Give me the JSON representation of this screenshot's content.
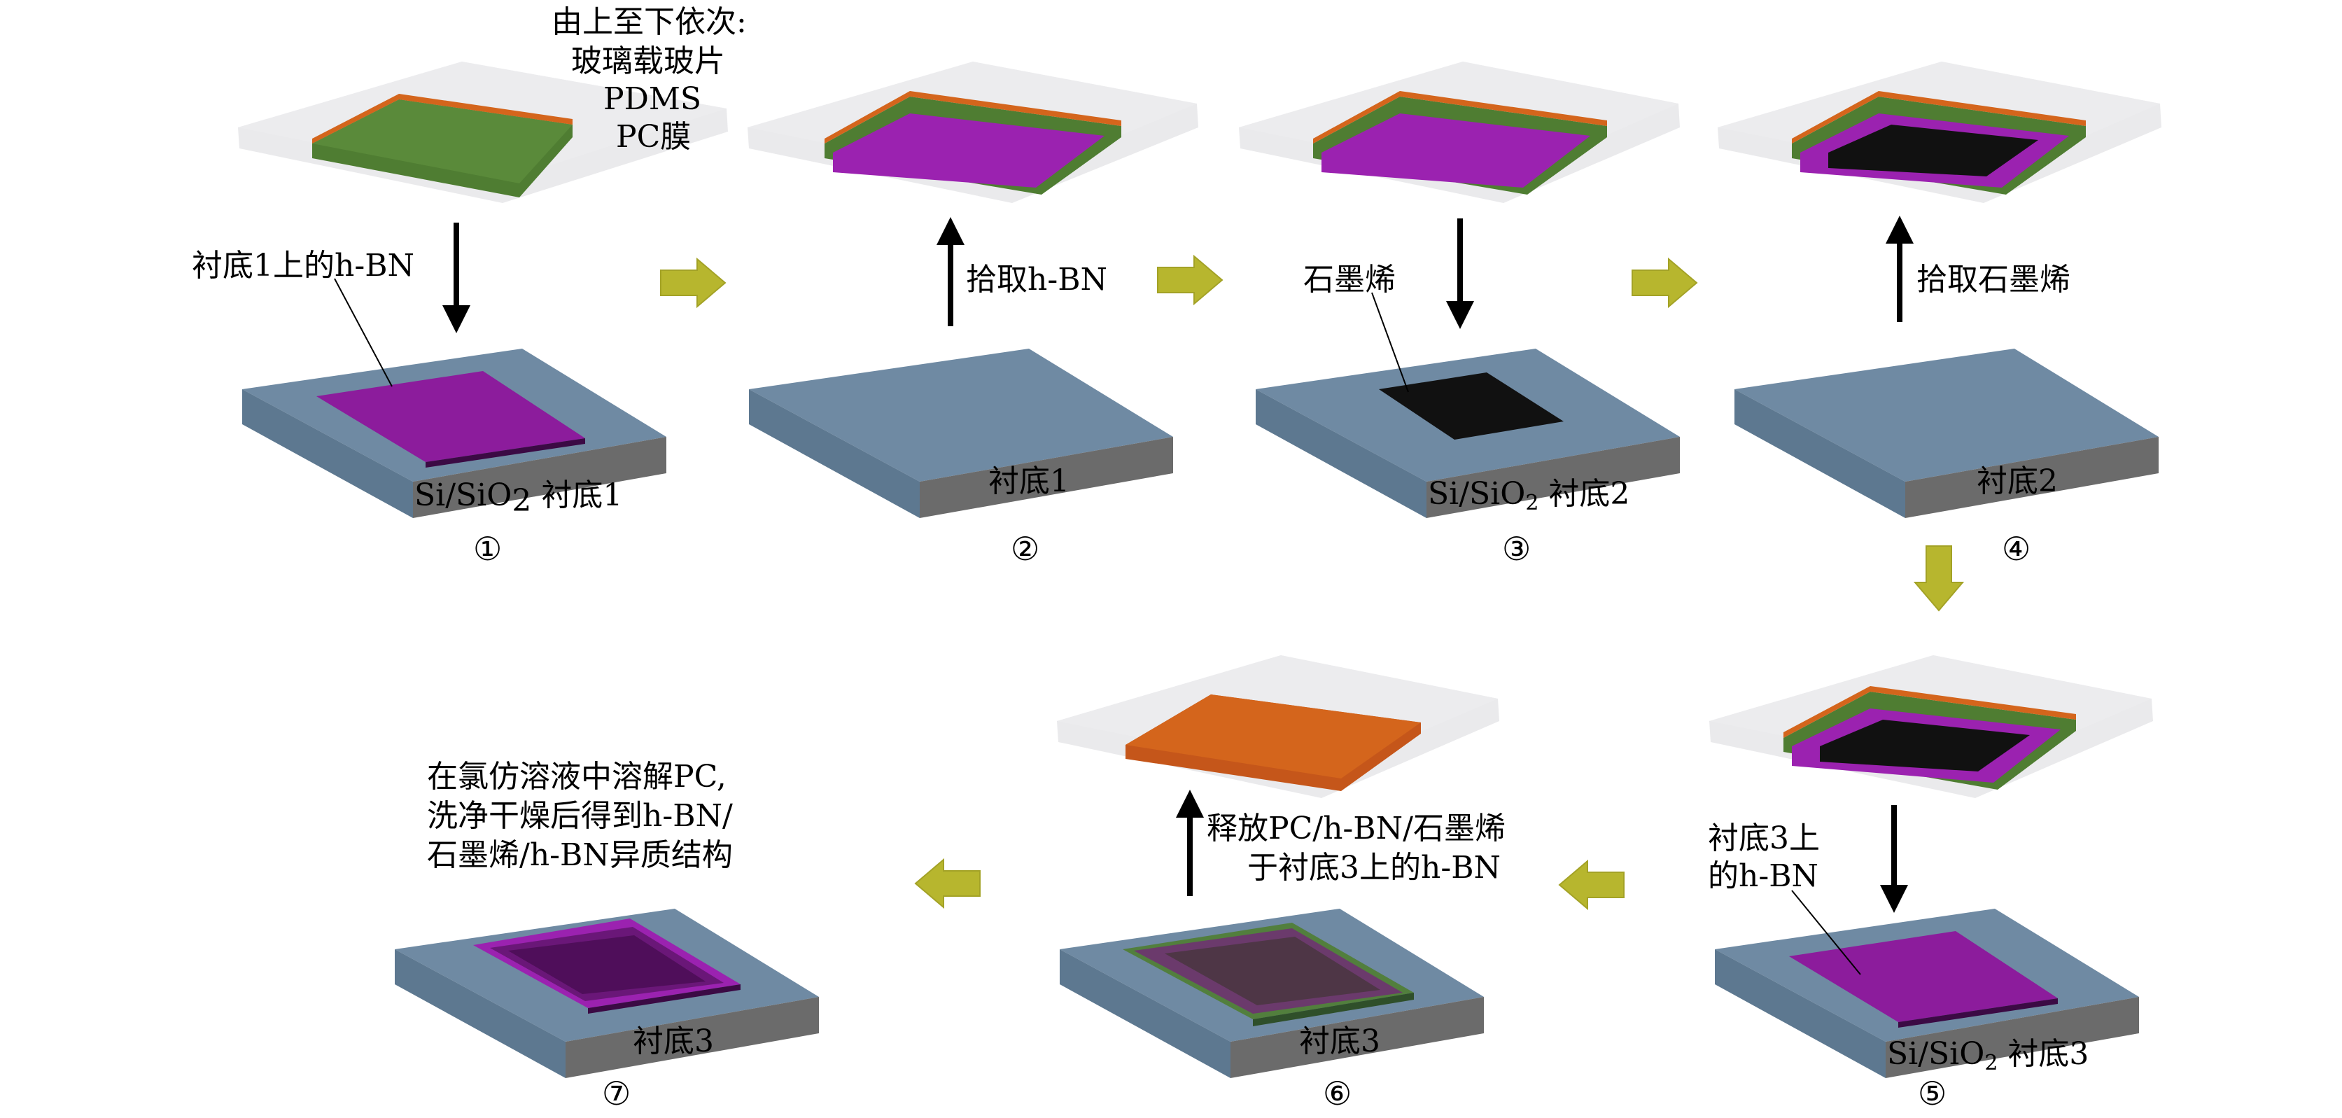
{
  "intro_text": {
    "title": "由上至下依次:",
    "line1": "玻璃载玻片",
    "line2": "PDMS",
    "line3": "PC膜"
  },
  "labels": {
    "hbn_on_sub1": "衬底1上的h-BN",
    "pick_hbn": "拾取h-BN",
    "graphene": "石墨烯",
    "pick_graphene": "拾取石墨烯",
    "hbn_on_sub3_l1": "衬底3上",
    "hbn_on_sub3_l2": "的h-BN",
    "release_l1": "释放PC/h-BN/石墨烯",
    "release_l2": "于衬底3上的h-BN",
    "dissolve_l1": "在氯仿溶液中溶解PC,",
    "dissolve_l2": "洗净干燥后得到h-BN/",
    "dissolve_l3": "石墨烯/h-BN异质结构"
  },
  "substrate_labels": {
    "s1_prefix": "Si/SiO",
    "s1_sub": "2",
    "s1_suffix": " 衬底1",
    "s2": "衬底1",
    "s3_prefix": "Si/SiO",
    "s3_sub": "2",
    "s3_suffix": " 衬底2",
    "s4": "衬底2",
    "s5_prefix": "Si/SiO",
    "s5_sub": "2",
    "s5_suffix": " 衬底3",
    "s6": "衬底3",
    "s7": "衬底3"
  },
  "step_numbers": [
    "①",
    "②",
    "③",
    "④",
    "⑤",
    "⑥",
    "⑦"
  ],
  "colors": {
    "glass": "#e3e3e6",
    "pdms": "#d4651c",
    "pc": "#5a8a3a",
    "hbn": "#8c1c9c",
    "graphene": "#111111",
    "substrate_top": "#6f8aa3",
    "substrate_side": "#6b6b6b",
    "flow_arrow": "#b7b62e"
  }
}
